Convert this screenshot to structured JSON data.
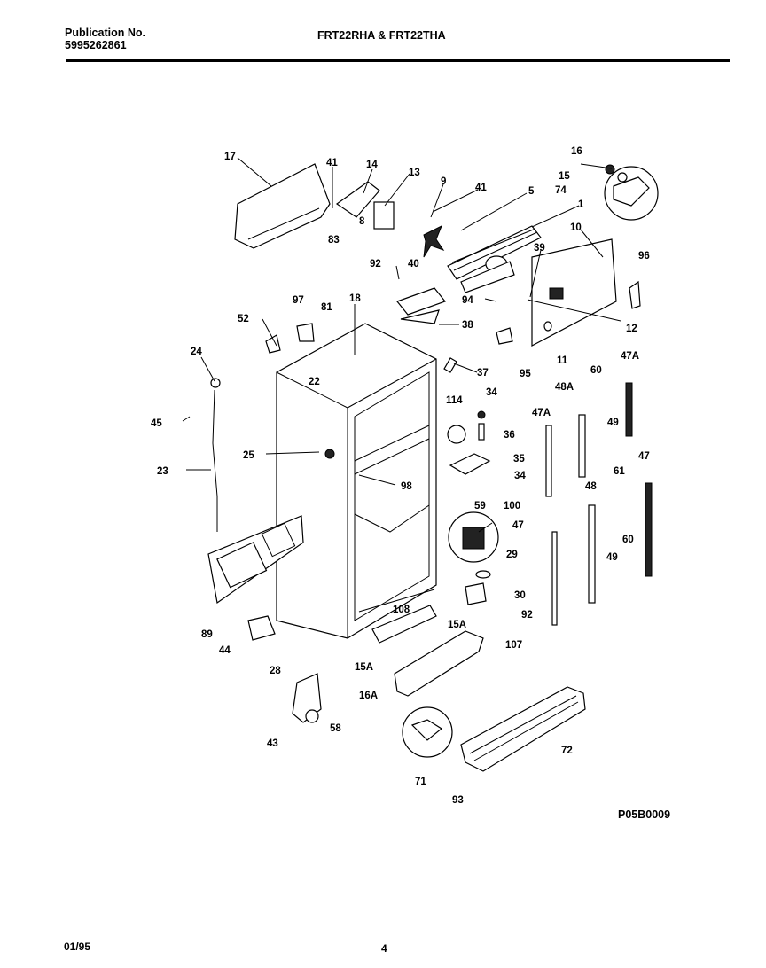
{
  "header": {
    "pub_label": "Publication No.",
    "pub_number": "5995262861",
    "models": "FRT22RHA & FRT22THA"
  },
  "footer": {
    "date": "01/95",
    "page": "4"
  },
  "diagram_code": "P05B0009",
  "callouts": [
    "17",
    "41",
    "14",
    "13",
    "9",
    "41",
    "5",
    "16",
    "15",
    "74",
    "1",
    "83",
    "8",
    "10",
    "39",
    "92",
    "40",
    "96",
    "94",
    "97",
    "81",
    "18",
    "38",
    "52",
    "12",
    "11",
    "37",
    "95",
    "24",
    "22",
    "34",
    "60",
    "47A",
    "114",
    "48A",
    "45",
    "36",
    "47A",
    "49",
    "35",
    "25",
    "34",
    "23",
    "98",
    "61",
    "47",
    "48",
    "59",
    "100",
    "47",
    "60",
    "49",
    "29",
    "30",
    "108",
    "92",
    "89",
    "15A",
    "107",
    "44",
    "15A",
    "28",
    "16A",
    "58",
    "43",
    "72",
    "71",
    "93"
  ]
}
